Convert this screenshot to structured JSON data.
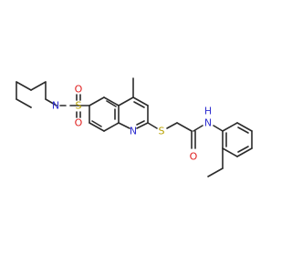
{
  "colors": {
    "bond": "#2b2b2b",
    "nitrogen": "#2f2fd0",
    "oxygen": "#e02020",
    "sulfur": "#b8a100"
  },
  "molecule": {
    "atoms": {
      "n_piperidine": "N",
      "s_sulfonyl": "S",
      "o_sulfonyl_top": "O",
      "o_sulfonyl_bottom": "O",
      "n_quinoline": "N",
      "s_thioether": "S",
      "o_carbonyl": "O",
      "n_amide": "N",
      "h_amide": "H"
    }
  }
}
